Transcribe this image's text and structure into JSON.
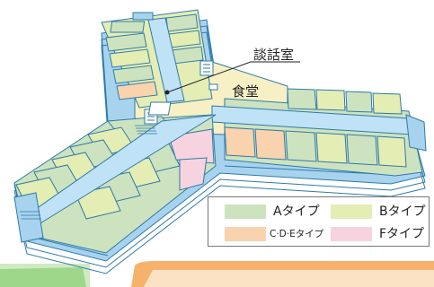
{
  "labels": {
    "lounge": "談話室",
    "dining": "食堂"
  },
  "legend": [
    {
      "label": "Aタイプ",
      "color": "#cde3bf"
    },
    {
      "label": "Bタイプ",
      "color": "#e3edb4"
    },
    {
      "label": "C·D·Eタイプ",
      "color": "#f8d3ae"
    },
    {
      "label": "Fタイプ",
      "color": "#f6d3de"
    }
  ],
  "colors": {
    "corridor": "#bfe2f6",
    "stack": "#a8d3ee",
    "outline": "#2f7aa8",
    "floor": "#f6f0c4",
    "bottom_green": "#9ed78a",
    "bottom_orange": "#f6b26b"
  },
  "icons": [
    "elevator-icon",
    "elevator-icon",
    "stairs-icon",
    "stairs-icon"
  ]
}
